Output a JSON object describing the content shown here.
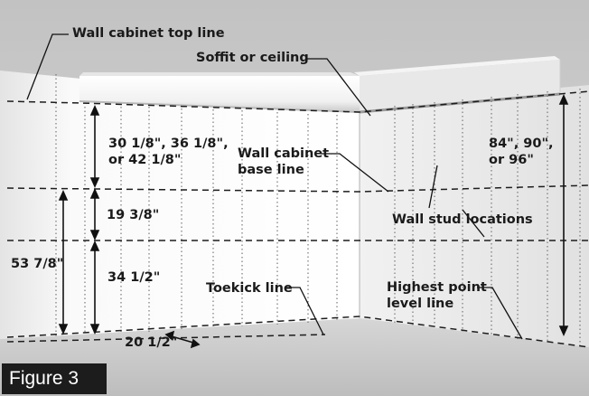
{
  "figure_label": "Figure 3",
  "labels": {
    "wall_cabinet_top_line": "Wall cabinet top line",
    "soffit_or_ceiling": "Soffit or ceiling",
    "cabinet_heights": [
      "30 1/8\", 36 1/8\",",
      "or 42 1/8\""
    ],
    "wall_cabinet_base_line": [
      "Wall cabinet",
      "base line"
    ],
    "wall_height": [
      "84\", 90\",",
      "or 96\""
    ],
    "backsplash_gap": "19 3/8\"",
    "wall_stud_locations": "Wall stud locations",
    "base_height_total": "53 7/8\"",
    "base_cabinet_height": "34 1/2\"",
    "toekick_line": "Toekick line",
    "highest_point_level_line": [
      "Highest point",
      "level line"
    ],
    "toekick_depth": "20 1/2\""
  },
  "colors": {
    "background": "#d2d2d2",
    "wall": "#ffffff",
    "soffit_shadow": "#aaaaaa",
    "badge": "#1c1c1c"
  }
}
